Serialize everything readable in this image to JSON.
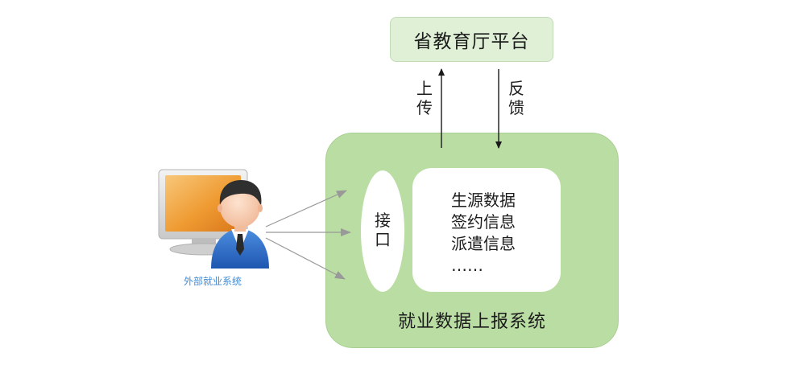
{
  "platform": {
    "label": "省教育厅平台"
  },
  "upload": {
    "label": "上传"
  },
  "feedback": {
    "label": "反馈"
  },
  "interface": {
    "label": "接口"
  },
  "data_items": [
    "生源数据",
    "签约信息",
    "派遣信息",
    "……"
  ],
  "system": {
    "label": "就业数据上报系统"
  },
  "external": {
    "label": "外部就业系统",
    "icon": "user-computer-icon"
  },
  "colors": {
    "platform_fill": "#dff0d6",
    "system_fill": "#b9dda3",
    "external_label": "#3f8bd8",
    "arrow_dark": "#1a1a1a",
    "arrow_gray": "#999999"
  }
}
